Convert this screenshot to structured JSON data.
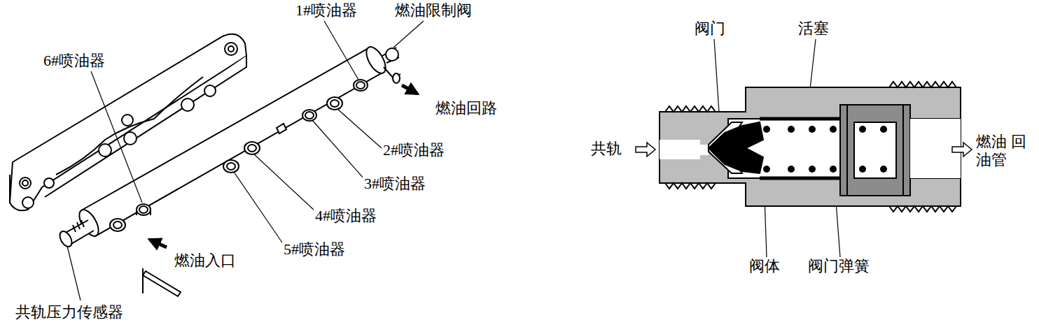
{
  "diagram": {
    "labels": [
      "1#喷油器",
      "燃油限制阀",
      "6#喷油器",
      "燃油回路",
      "2#喷油器",
      "3#喷油器",
      "4#喷油器",
      "5#喷油器",
      "燃油入口",
      "共轨压力传感器",
      "阀门",
      "活塞",
      "共轨",
      "燃油 回油管",
      "阀体",
      "阀门弹簧"
    ]
  }
}
